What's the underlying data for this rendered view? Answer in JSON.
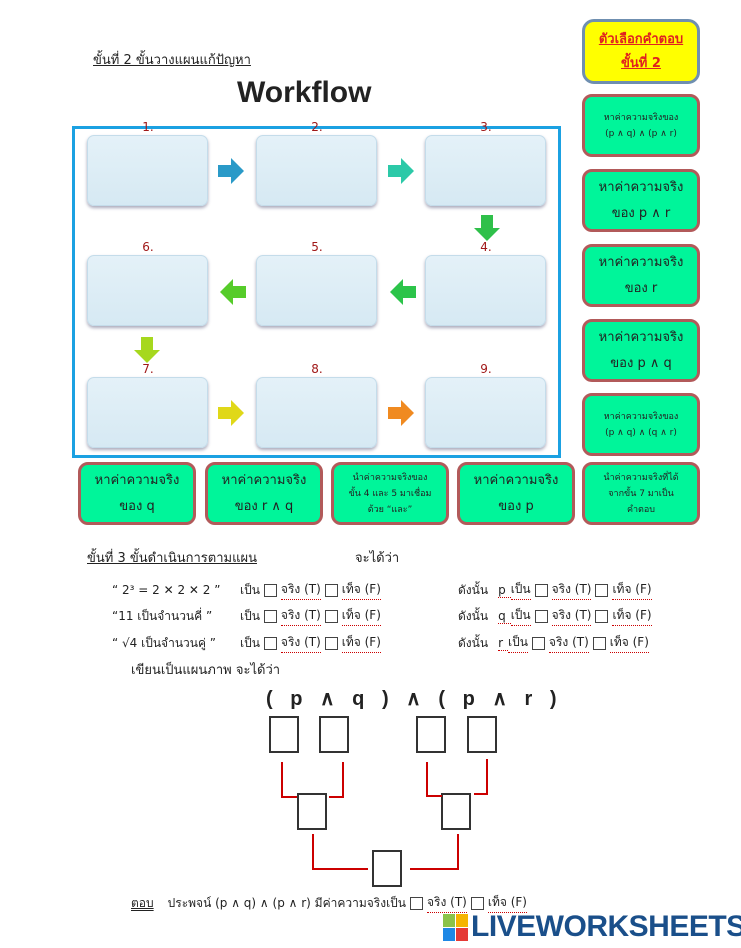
{
  "step2": {
    "heading": "ขั้นที่ 2   ขั้นวางแผนแก้ปัญหา",
    "title": "Workflow",
    "numbers": [
      "1.",
      "2.",
      "3.",
      "4.",
      "5.",
      "6.",
      "7.",
      "8.",
      "9."
    ]
  },
  "options": {
    "header": [
      "ตัวเลือกคำตอบ",
      "ขั้นที่ 2"
    ],
    "right": [
      [
        "หาค่าความจริงของ",
        "(p ∧ q) ∧  (p ∧ r)"
      ],
      [
        "หาค่าความจริง",
        "ของ p ∧ r"
      ],
      [
        "หาค่าความจริง",
        "ของ r"
      ],
      [
        "หาค่าความจริง",
        "ของ p ∧ q"
      ],
      [
        "หาค่าความจริงของ",
        "(p ∧ q) ∧  (q ∧ r)"
      ],
      [
        "นำค่าความจริงที่ได้",
        "จากขั้น 7 มาเป็น",
        "คำตอบ"
      ]
    ],
    "bottom": [
      [
        "หาค่าความจริง",
        "ของ q"
      ],
      [
        "หาค่าความจริง",
        "ของ r ∧ q"
      ],
      [
        "นำค่าความจริงของ",
        "ขั้น 4 และ 5 มาเชื่อม",
        "ด้วย “และ”"
      ],
      [
        "หาค่าความจริง",
        "ของ p"
      ]
    ]
  },
  "step3": {
    "heading": "ขั้นที่ 3   ขั้นดำเนินการตามแผน",
    "then": "จะได้ว่า",
    "rows": [
      {
        "stmt": "“ 2³ = 2 ✕ 2 ✕ 2 ”",
        "var": "p"
      },
      {
        "stmt": "“11 เป็นจำนวนคี่ ”",
        "var": "q"
      },
      {
        "stmt": "“ √4  เป็นจำนวนคู่ ”",
        "var": "r"
      }
    ],
    "is": "เป็น",
    "true_label": "จริง (T)",
    "false_label": "เท็จ (F)",
    "therefore": "ดังนั้น",
    "diagram_intro": "เขียนเป็นแผนภาพ จะได้ว่า",
    "expression": "( p ∧ q ) ∧ ( p ∧ r )"
  },
  "answer": {
    "label": "ตอบ",
    "text": "ประพจน์   (p ∧ q) ∧ (p ∧ r)  มีค่าความจริงเป็น",
    "true_label": "จริง (T)",
    "false_label": "เท็จ (F)"
  },
  "watermark": "LIVEWORKSHEETS"
}
